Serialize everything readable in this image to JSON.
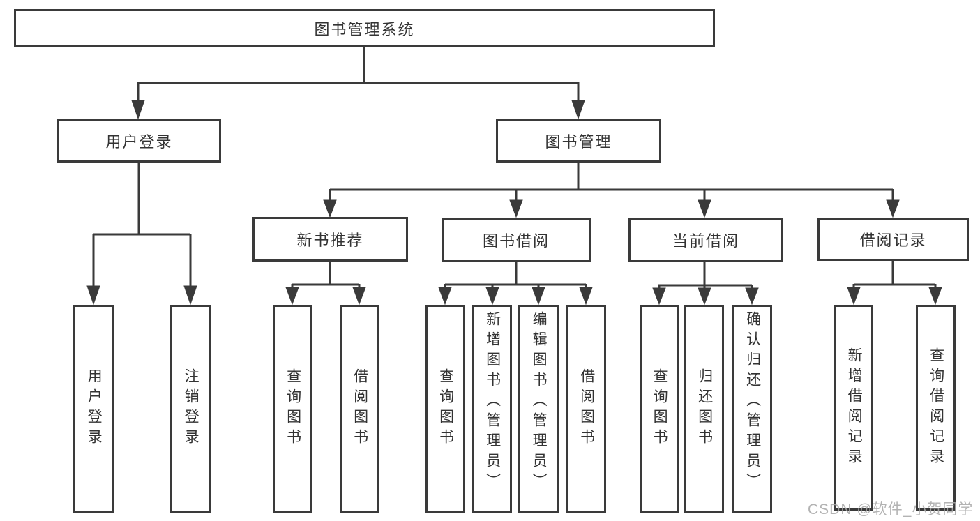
{
  "colors": {
    "line": "#3a3a3a",
    "text": "#333333",
    "box_background": "#ffffff",
    "page_background": "#ffffff",
    "watermark": "#a8a8a8"
  },
  "tree": {
    "root": {
      "label": "图书管理系统"
    },
    "branches": [
      {
        "label": "用户登录",
        "children": [
          "用户登录",
          "注销登录"
        ]
      },
      {
        "label": "图书管理",
        "sections": [
          {
            "label": "新书推荐",
            "children": [
              "查询图书",
              "借阅图书"
            ]
          },
          {
            "label": "图书借阅",
            "children": [
              "查询图书",
              "新增图书（管理员）",
              "编辑图书（管理员）",
              "借阅图书"
            ]
          },
          {
            "label": "当前借阅",
            "children": [
              "查询图书",
              "归还图书",
              "确认归还（管理员）"
            ]
          },
          {
            "label": "借阅记录",
            "children": [
              "新增借阅记录",
              "查询借阅记录"
            ]
          }
        ]
      }
    ]
  },
  "watermark": {
    "text": "CSDN @软件_小贺同学"
  }
}
